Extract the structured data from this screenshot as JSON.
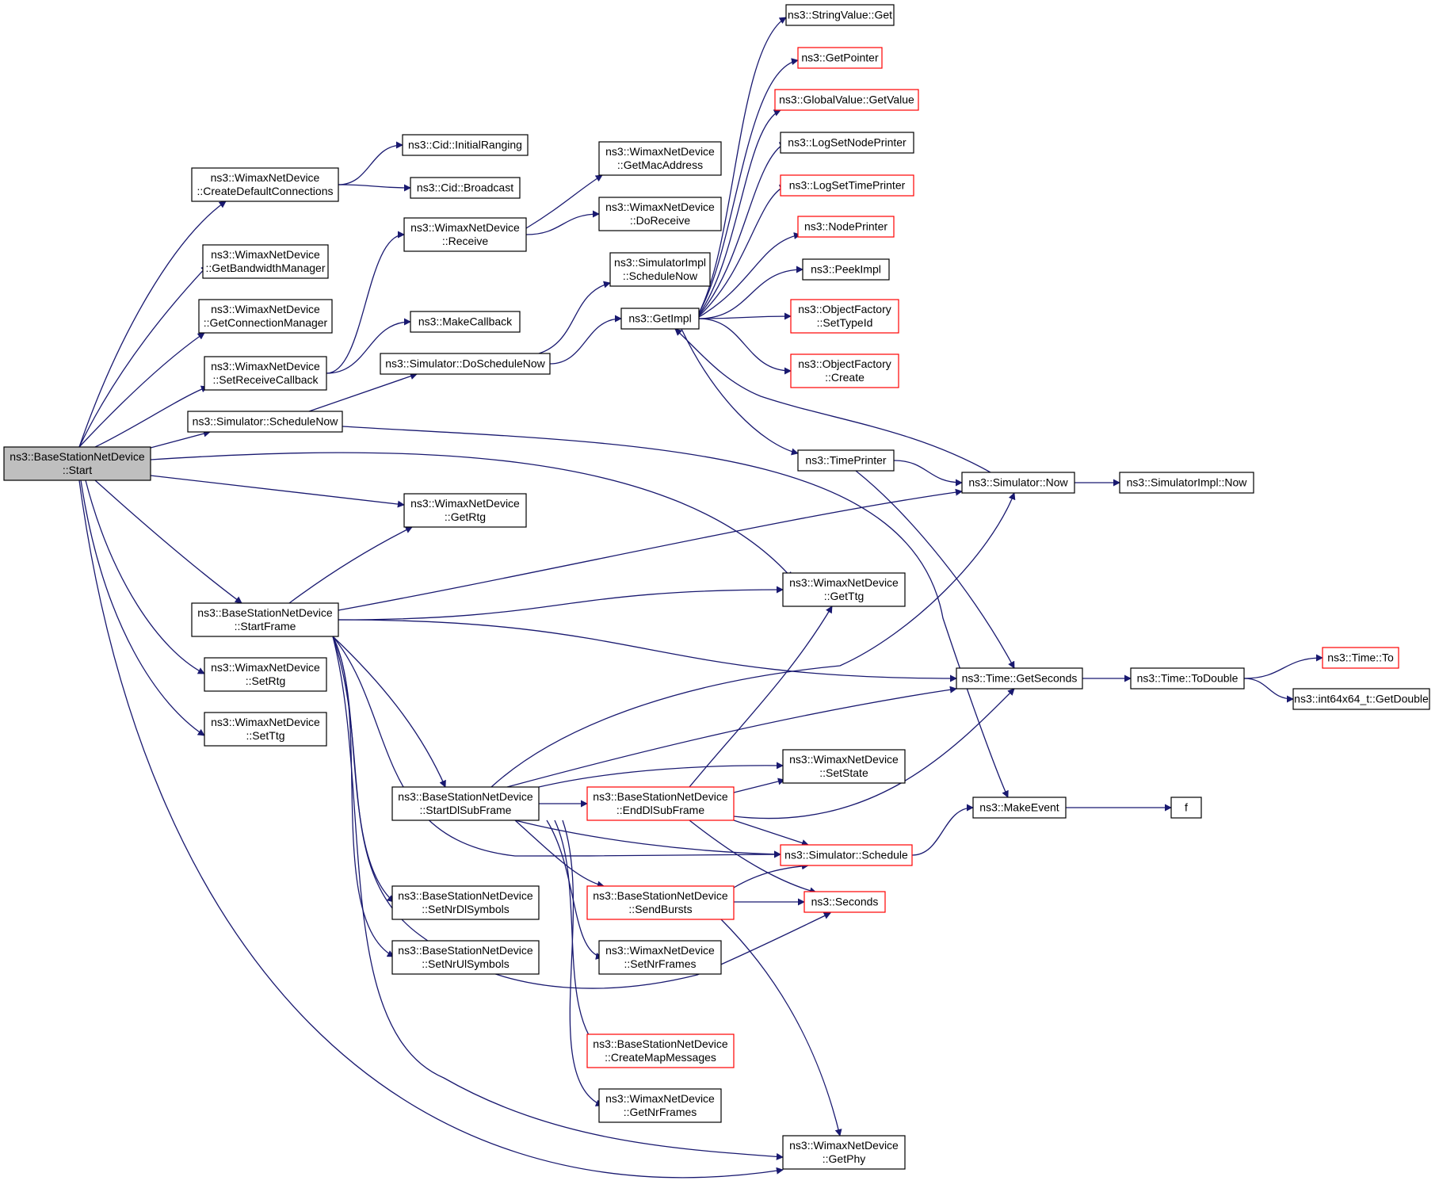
{
  "graph": {
    "nodes": [
      {
        "id": "start",
        "lines": [
          "ns3::BaseStationNetDevice",
          "::Start"
        ],
        "style": "root"
      },
      {
        "id": "createDefaultConnections",
        "lines": [
          "ns3::WimaxNetDevice",
          "::CreateDefaultConnections"
        ],
        "style": "black"
      },
      {
        "id": "getBandwidthManager",
        "lines": [
          "ns3::WimaxNetDevice",
          "::GetBandwidthManager"
        ],
        "style": "black"
      },
      {
        "id": "getConnectionManager",
        "lines": [
          "ns3::WimaxNetDevice",
          "::GetConnectionManager"
        ],
        "style": "black"
      },
      {
        "id": "setReceiveCallback",
        "lines": [
          "ns3::WimaxNetDevice",
          "::SetReceiveCallback"
        ],
        "style": "black"
      },
      {
        "id": "simScheduleNow",
        "lines": [
          "ns3::Simulator::ScheduleNow"
        ],
        "style": "black"
      },
      {
        "id": "startFrame",
        "lines": [
          "ns3::BaseStationNetDevice",
          "::StartFrame"
        ],
        "style": "black"
      },
      {
        "id": "setRtg",
        "lines": [
          "ns3::WimaxNetDevice",
          "::SetRtg"
        ],
        "style": "black"
      },
      {
        "id": "setTtg",
        "lines": [
          "ns3::WimaxNetDevice",
          "::SetTtg"
        ],
        "style": "black"
      },
      {
        "id": "cidInitialRanging",
        "lines": [
          "ns3::Cid::InitialRanging"
        ],
        "style": "black"
      },
      {
        "id": "cidBroadcast",
        "lines": [
          "ns3::Cid::Broadcast"
        ],
        "style": "black"
      },
      {
        "id": "receive",
        "lines": [
          "ns3::WimaxNetDevice",
          "::Receive"
        ],
        "style": "black"
      },
      {
        "id": "makeCallback",
        "lines": [
          "ns3::MakeCallback"
        ],
        "style": "black"
      },
      {
        "id": "doScheduleNow",
        "lines": [
          "ns3::Simulator::DoScheduleNow"
        ],
        "style": "black"
      },
      {
        "id": "getRtg",
        "lines": [
          "ns3::WimaxNetDevice",
          "::GetRtg"
        ],
        "style": "black"
      },
      {
        "id": "startDlSubFrame",
        "lines": [
          "ns3::BaseStationNetDevice",
          "::StartDlSubFrame"
        ],
        "style": "black"
      },
      {
        "id": "setNrDlSymbols",
        "lines": [
          "ns3::BaseStationNetDevice",
          "::SetNrDlSymbols"
        ],
        "style": "black"
      },
      {
        "id": "setNrUlSymbols",
        "lines": [
          "ns3::BaseStationNetDevice",
          "::SetNrUlSymbols"
        ],
        "style": "black"
      },
      {
        "id": "getMacAddress",
        "lines": [
          "ns3::WimaxNetDevice",
          "::GetMacAddress"
        ],
        "style": "black"
      },
      {
        "id": "doReceive",
        "lines": [
          "ns3::WimaxNetDevice",
          "::DoReceive"
        ],
        "style": "black"
      },
      {
        "id": "simImplScheduleNow",
        "lines": [
          "ns3::SimulatorImpl",
          "::ScheduleNow"
        ],
        "style": "black"
      },
      {
        "id": "getImpl",
        "lines": [
          "ns3::GetImpl"
        ],
        "style": "black"
      },
      {
        "id": "endDlSubFrame",
        "lines": [
          "ns3::BaseStationNetDevice",
          "::EndDlSubFrame"
        ],
        "style": "red"
      },
      {
        "id": "sendBursts",
        "lines": [
          "ns3::BaseStationNetDevice",
          "::SendBursts"
        ],
        "style": "red"
      },
      {
        "id": "setNrFrames",
        "lines": [
          "ns3::WimaxNetDevice",
          "::SetNrFrames"
        ],
        "style": "black"
      },
      {
        "id": "createMapMessages",
        "lines": [
          "ns3::BaseStationNetDevice",
          "::CreateMapMessages"
        ],
        "style": "red"
      },
      {
        "id": "getNrFrames",
        "lines": [
          "ns3::WimaxNetDevice",
          "::GetNrFrames"
        ],
        "style": "black"
      },
      {
        "id": "stringValueGet",
        "lines": [
          "ns3::StringValue::Get"
        ],
        "style": "black"
      },
      {
        "id": "getPointer",
        "lines": [
          "ns3::GetPointer"
        ],
        "style": "red"
      },
      {
        "id": "globalValueGetValue",
        "lines": [
          "ns3::GlobalValue::GetValue"
        ],
        "style": "red"
      },
      {
        "id": "logSetNodePrinter",
        "lines": [
          "ns3::LogSetNodePrinter"
        ],
        "style": "black"
      },
      {
        "id": "logSetTimePrinter",
        "lines": [
          "ns3::LogSetTimePrinter"
        ],
        "style": "red"
      },
      {
        "id": "nodePrinter",
        "lines": [
          "ns3::NodePrinter"
        ],
        "style": "red"
      },
      {
        "id": "peekImpl",
        "lines": [
          "ns3::PeekImpl"
        ],
        "style": "black"
      },
      {
        "id": "objFactorySetTypeId",
        "lines": [
          "ns3::ObjectFactory",
          "::SetTypeId"
        ],
        "style": "red"
      },
      {
        "id": "objFactoryCreate",
        "lines": [
          "ns3::ObjectFactory",
          "::Create"
        ],
        "style": "red"
      },
      {
        "id": "timePrinter",
        "lines": [
          "ns3::TimePrinter"
        ],
        "style": "black"
      },
      {
        "id": "getTtg",
        "lines": [
          "ns3::WimaxNetDevice",
          "::GetTtg"
        ],
        "style": "black"
      },
      {
        "id": "setState",
        "lines": [
          "ns3::WimaxNetDevice",
          "::SetState"
        ],
        "style": "black"
      },
      {
        "id": "simSchedule",
        "lines": [
          "ns3::Simulator::Schedule"
        ],
        "style": "red"
      },
      {
        "id": "seconds",
        "lines": [
          "ns3::Seconds"
        ],
        "style": "red"
      },
      {
        "id": "getPhy",
        "lines": [
          "ns3::WimaxNetDevice",
          "::GetPhy"
        ],
        "style": "black"
      },
      {
        "id": "simNow",
        "lines": [
          "ns3::Simulator::Now"
        ],
        "style": "black"
      },
      {
        "id": "timeGetSeconds",
        "lines": [
          "ns3::Time::GetSeconds"
        ],
        "style": "black"
      },
      {
        "id": "makeEvent",
        "lines": [
          "ns3::MakeEvent"
        ],
        "style": "black"
      },
      {
        "id": "simImplNow",
        "lines": [
          "ns3::SimulatorImpl::Now"
        ],
        "style": "black"
      },
      {
        "id": "timeToDouble",
        "lines": [
          "ns3::Time::ToDouble"
        ],
        "style": "black"
      },
      {
        "id": "f",
        "lines": [
          "f"
        ],
        "style": "black"
      },
      {
        "id": "timeTo",
        "lines": [
          "ns3::Time::To"
        ],
        "style": "red"
      },
      {
        "id": "int64GetDouble",
        "lines": [
          "ns3::int64x64_t::GetDouble"
        ],
        "style": "black"
      }
    ],
    "edges": [
      [
        "start",
        "createDefaultConnections"
      ],
      [
        "start",
        "getBandwidthManager"
      ],
      [
        "start",
        "getConnectionManager"
      ],
      [
        "start",
        "setReceiveCallback"
      ],
      [
        "start",
        "simScheduleNow"
      ],
      [
        "start",
        "getRtg"
      ],
      [
        "start",
        "getTtg"
      ],
      [
        "start",
        "startFrame"
      ],
      [
        "start",
        "setRtg"
      ],
      [
        "start",
        "setTtg"
      ],
      [
        "start",
        "getPhy"
      ],
      [
        "createDefaultConnections",
        "cidInitialRanging"
      ],
      [
        "createDefaultConnections",
        "cidBroadcast"
      ],
      [
        "setReceiveCallback",
        "receive"
      ],
      [
        "setReceiveCallback",
        "makeCallback"
      ],
      [
        "receive",
        "getMacAddress"
      ],
      [
        "receive",
        "doReceive"
      ],
      [
        "simScheduleNow",
        "doScheduleNow"
      ],
      [
        "simScheduleNow",
        "makeEvent"
      ],
      [
        "doScheduleNow",
        "simImplScheduleNow"
      ],
      [
        "doScheduleNow",
        "getImpl"
      ],
      [
        "getImpl",
        "stringValueGet"
      ],
      [
        "getImpl",
        "getPointer"
      ],
      [
        "getImpl",
        "globalValueGetValue"
      ],
      [
        "getImpl",
        "logSetNodePrinter"
      ],
      [
        "getImpl",
        "logSetTimePrinter"
      ],
      [
        "getImpl",
        "nodePrinter"
      ],
      [
        "getImpl",
        "peekImpl"
      ],
      [
        "getImpl",
        "objFactorySetTypeId"
      ],
      [
        "getImpl",
        "objFactoryCreate"
      ],
      [
        "getImpl",
        "timePrinter"
      ],
      [
        "timePrinter",
        "simNow"
      ],
      [
        "timePrinter",
        "timeGetSeconds"
      ],
      [
        "simNow",
        "simImplNow"
      ],
      [
        "simNow",
        "getImpl"
      ],
      [
        "startFrame",
        "getRtg"
      ],
      [
        "startFrame",
        "simNow"
      ],
      [
        "startFrame",
        "getTtg"
      ],
      [
        "startFrame",
        "timeGetSeconds"
      ],
      [
        "startFrame",
        "startDlSubFrame"
      ],
      [
        "startFrame",
        "setNrDlSymbols"
      ],
      [
        "startFrame",
        "setNrUlSymbols"
      ],
      [
        "startFrame",
        "seconds"
      ],
      [
        "startFrame",
        "simSchedule"
      ],
      [
        "startFrame",
        "getPhy"
      ],
      [
        "startDlSubFrame",
        "simNow"
      ],
      [
        "startDlSubFrame",
        "timeGetSeconds"
      ],
      [
        "startDlSubFrame",
        "setState"
      ],
      [
        "startDlSubFrame",
        "endDlSubFrame"
      ],
      [
        "startDlSubFrame",
        "simSchedule"
      ],
      [
        "startDlSubFrame",
        "sendBursts"
      ],
      [
        "startDlSubFrame",
        "setNrFrames"
      ],
      [
        "startDlSubFrame",
        "createMapMessages"
      ],
      [
        "startDlSubFrame",
        "getNrFrames"
      ],
      [
        "endDlSubFrame",
        "getTtg"
      ],
      [
        "endDlSubFrame",
        "setState"
      ],
      [
        "endDlSubFrame",
        "timeGetSeconds"
      ],
      [
        "endDlSubFrame",
        "simSchedule"
      ],
      [
        "endDlSubFrame",
        "seconds"
      ],
      [
        "sendBursts",
        "simSchedule"
      ],
      [
        "sendBursts",
        "seconds"
      ],
      [
        "sendBursts",
        "getPhy"
      ],
      [
        "simSchedule",
        "makeEvent"
      ],
      [
        "makeEvent",
        "f"
      ],
      [
        "timeGetSeconds",
        "timeToDouble"
      ],
      [
        "timeToDouble",
        "timeTo"
      ],
      [
        "timeToDouble",
        "int64GetDouble"
      ]
    ]
  },
  "colors": {
    "edge": "#191970",
    "border": "#000000",
    "border_highlight": "#ff0000",
    "root_fill": "#bfbfbf",
    "fill": "#ffffff"
  }
}
